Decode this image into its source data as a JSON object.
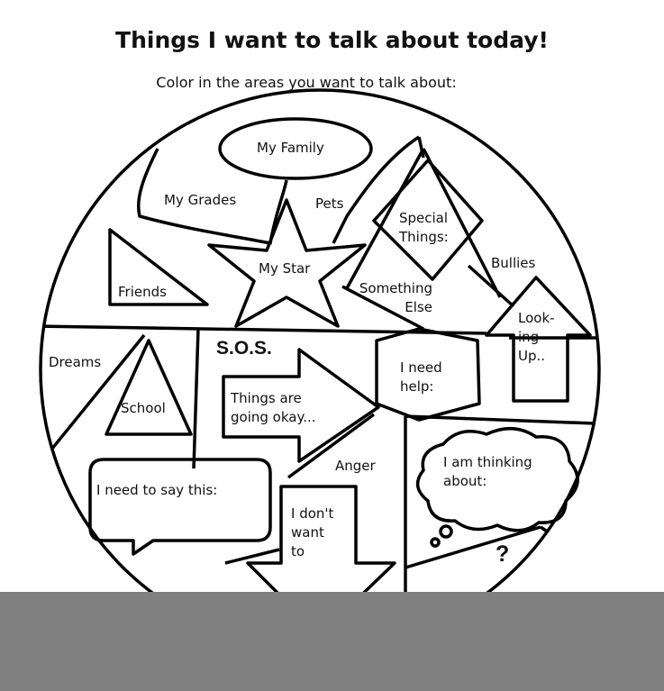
{
  "title": "Things I want to talk about today!",
  "subtitle": "Color in the areas you want to talk about:",
  "labels": {
    "my_family": "My Family",
    "my_grades": "My Grades",
    "pets": "Pets",
    "special_things": "Special Things:",
    "friends": "Friends",
    "my_star": "My Star",
    "something_else": "Something Else",
    "bullies": "Bullies",
    "looking_up": "Look- ing Up..",
    "dreams": "Dreams",
    "sos": "S.O.S.",
    "i_need_help": "I need help:",
    "school": "School",
    "things_okay": "Things are going okay...",
    "anger": "Anger",
    "i_am_thinking": "I am thinking about:",
    "i_need_to_say": "I need to say this:",
    "i_dont_want": "I don't want to",
    "question": "?"
  },
  "colors": {
    "line": "#000000",
    "background": "#ffffff",
    "footer_bar": "#808080"
  }
}
